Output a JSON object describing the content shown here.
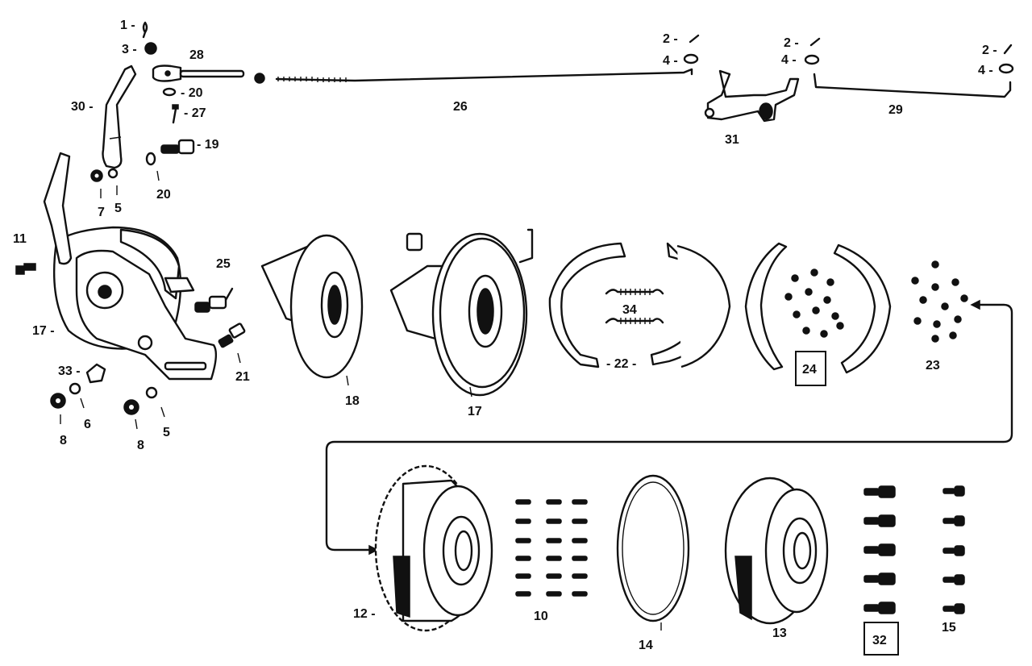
{
  "labels": {
    "l1": "1 -",
    "l3": "3 -",
    "l28": "28",
    "l20a": "- 20",
    "l27": "- 27",
    "l30": "30 -",
    "l19": "- 19",
    "l20b": "20",
    "l7": "7",
    "l5a": "5",
    "l11": "11",
    "l25": "25",
    "l17a": "17 -",
    "l21": "21",
    "l33": "33 -",
    "l6": "6",
    "l8a": "8",
    "l8b": "8",
    "l5b": "5",
    "l26": "26",
    "l2a": "2 -",
    "l4a": "4 -",
    "l2b": "2 -",
    "l4b": "4 -",
    "l31": "31",
    "l29": "29",
    "l2c": "2 -",
    "l4c": "4 -",
    "l18": "18",
    "l17b": "17",
    "l34": "34",
    "l22": "- 22 -",
    "l24": "24",
    "l23": "23",
    "l12": "12 -",
    "l10": "10",
    "l14": "14",
    "l13": "13",
    "l32": "32",
    "l15": "15"
  }
}
